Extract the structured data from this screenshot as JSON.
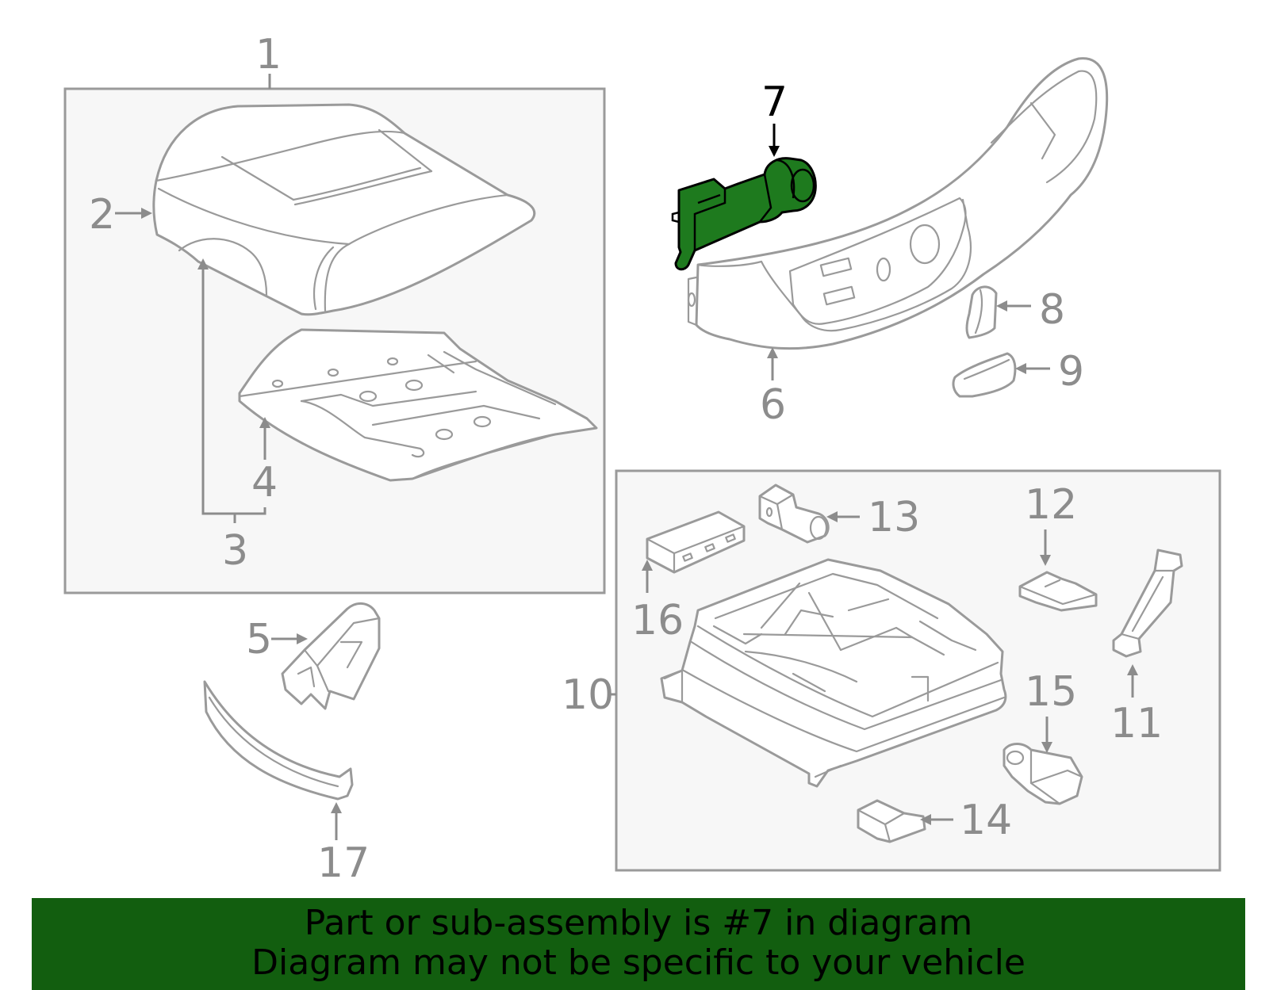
{
  "labels": {
    "p1": "1",
    "p2": "2",
    "p3": "3",
    "p4": "4",
    "p5": "5",
    "p6": "6",
    "p7": "7",
    "p8": "8",
    "p9": "9",
    "p10": "10",
    "p11": "11",
    "p12": "12",
    "p13": "13",
    "p14": "14",
    "p15": "15",
    "p16": "16",
    "p17": "17"
  },
  "highlighted_part": "7",
  "colors": {
    "highlight_fill": "#1e7a1e",
    "banner_background": "#125e0f",
    "line_gray": "#9a9a9a",
    "box_fill": "#f7f7f7"
  },
  "banner": {
    "line1": "Part or sub-assembly is #7 in diagram",
    "line2": "Diagram may not be specific to your vehicle"
  }
}
